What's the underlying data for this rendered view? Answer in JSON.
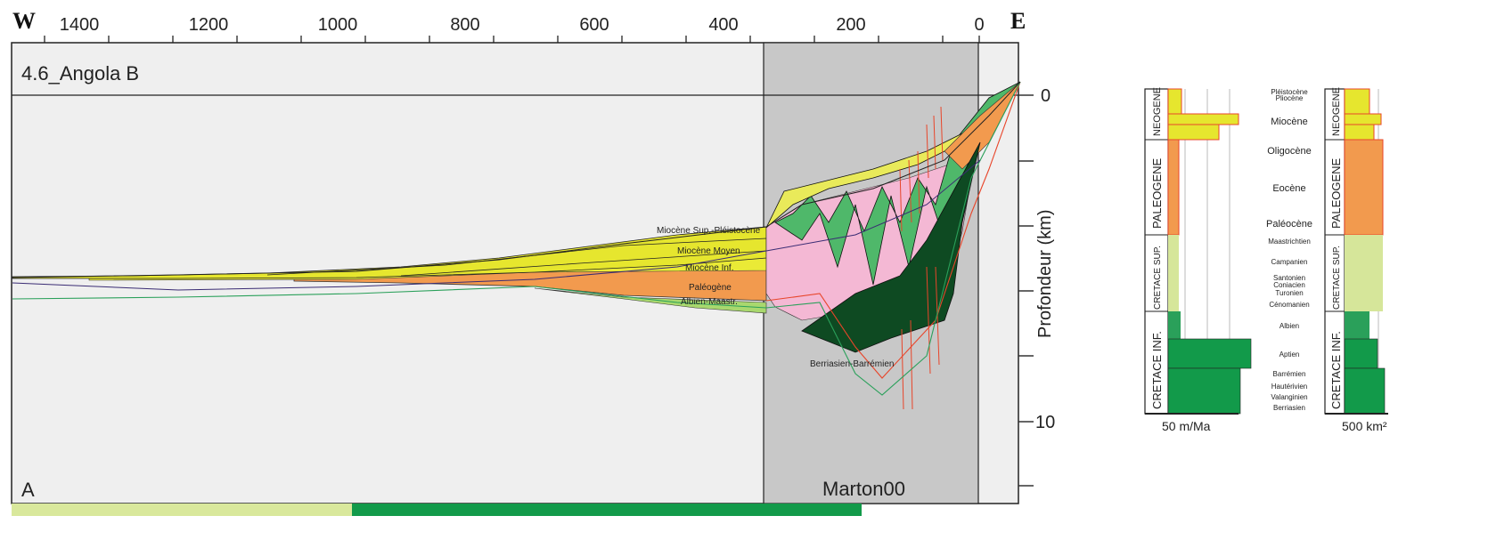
{
  "header": {
    "west": "W",
    "east": "E",
    "x_ticks": [
      "1400",
      "1200",
      "1000",
      "800",
      "600",
      "400",
      "200",
      "0"
    ]
  },
  "panel": {
    "title": "4.6_Angola B",
    "label": "A",
    "well": "Marton00"
  },
  "depth_axis": {
    "label": "Profondeur (km)",
    "ticks": [
      "0",
      "10"
    ]
  },
  "layers": [
    {
      "name": "Miocène Sup.-Pléistocène",
      "color": "#eef07a"
    },
    {
      "name": "Miocène Moyen",
      "color": "#e6e62e"
    },
    {
      "name": "Miocène Inf.",
      "color": "#eaea36"
    },
    {
      "name": "Paléogène",
      "color": "#f29a4e"
    },
    {
      "name": "Albien-Maastr.",
      "color": "#a9d86e"
    },
    {
      "name": "Berriasien-Barrémien",
      "color": "#0e4a22"
    }
  ],
  "colors": {
    "salt": "#f4b8d4",
    "shelf_shade": "#c8c8c8",
    "basin": "#efefef",
    "outline_red": "#e8452a",
    "outline_green": "#2aa05a",
    "outline_purple": "#3a2c74"
  },
  "bottom_bars": [
    {
      "color": "#d9e89c"
    },
    {
      "color": "#129a4a"
    }
  ],
  "rate_chart": {
    "unit": "50 m/Ma",
    "eras": [
      "NEOGENE",
      "PALEOGENE",
      "CRETACE SUP.",
      "CRETACE INF."
    ],
    "stages": [
      "Pléistocène",
      "Pliocène",
      "Miocène",
      "Oligocène",
      "Eocène",
      "Paléocène",
      "Maastrichtien",
      "Campanien",
      "Santonien",
      "Coniacien",
      "Turonien",
      "Cénomanien",
      "Albien",
      "Aptien",
      "Barrémien",
      "Hautérivien",
      "Valanginien",
      "Berriasien"
    ]
  },
  "area_chart": {
    "unit": "500 km²",
    "eras": [
      "NEOGENE",
      "PALEOGENE",
      "CRETACE SUP.",
      "CRETACE INF."
    ]
  }
}
